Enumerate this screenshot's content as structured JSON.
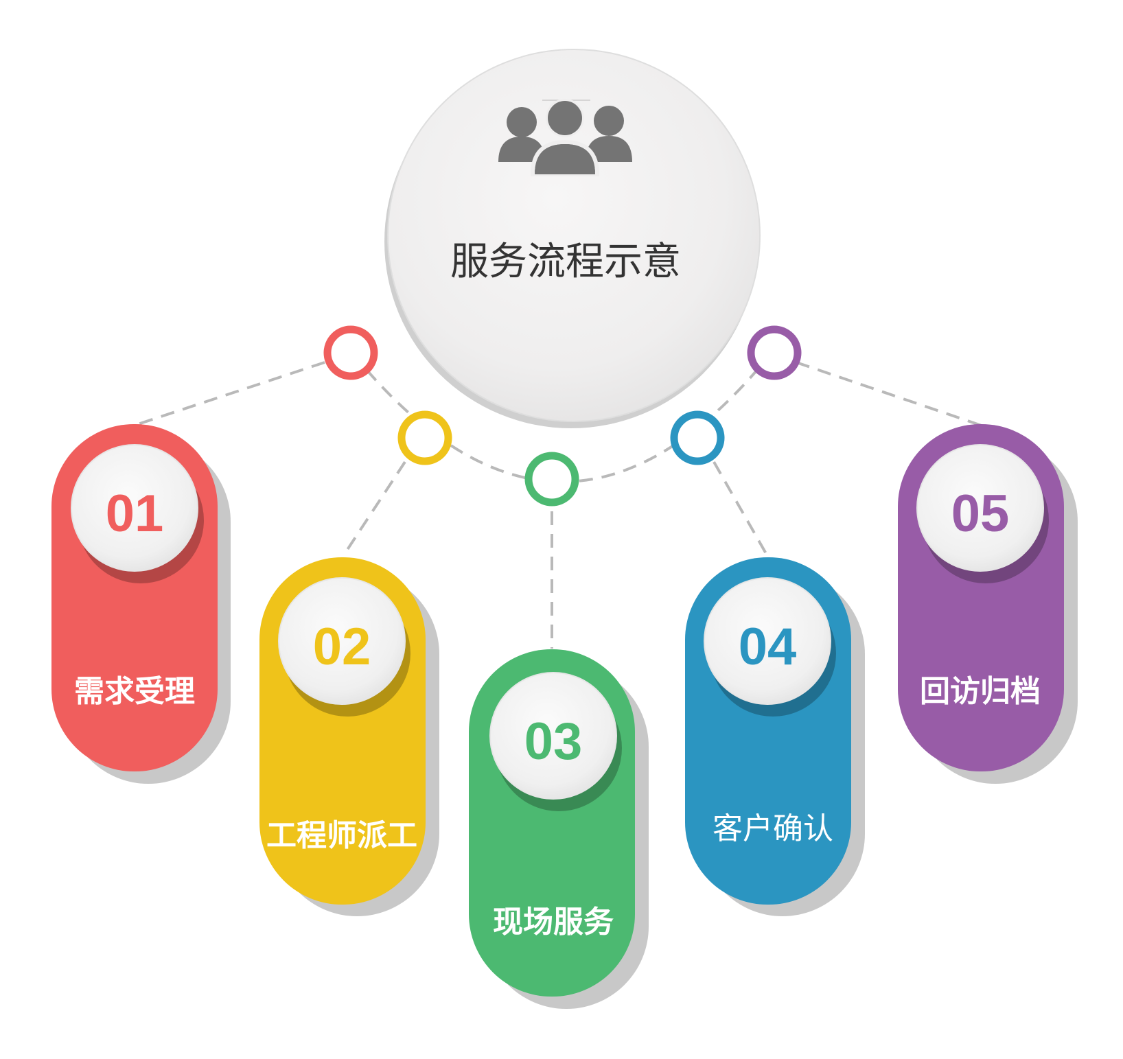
{
  "title": "服务流程示意",
  "center_icon": "group-of-people-icon",
  "steps": [
    {
      "number": "01",
      "label": "需求受理",
      "color": "#F05E5D"
    },
    {
      "number": "02",
      "label": "工程师派工",
      "color": "#EFC31A"
    },
    {
      "number": "03",
      "label": "现场服务",
      "color": "#4CB971"
    },
    {
      "number": "04",
      "label": "客户确认",
      "color": "#2B95C1"
    },
    {
      "number": "05",
      "label": "回访归档",
      "color": "#985CA7"
    }
  ]
}
